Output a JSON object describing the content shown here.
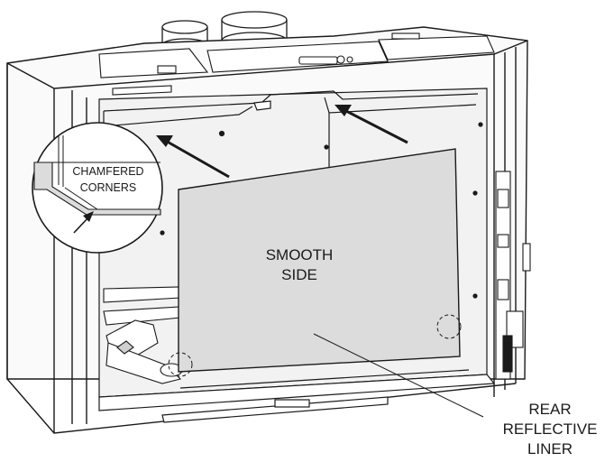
{
  "labels": {
    "panel_text_line1": "SMOOTH",
    "panel_text_line2": "SIDE",
    "callout_line1": "CHAMFERED",
    "callout_line2": "CORNERS",
    "liner_line1": "REAR",
    "liner_line2": "REFLECTIVE",
    "liner_line3": "LINER"
  },
  "colors": {
    "line": "#1a1a1a",
    "panel_fill": "#dcdcdc",
    "firebox_fill": "#f2f2f2",
    "background": "#ffffff"
  }
}
